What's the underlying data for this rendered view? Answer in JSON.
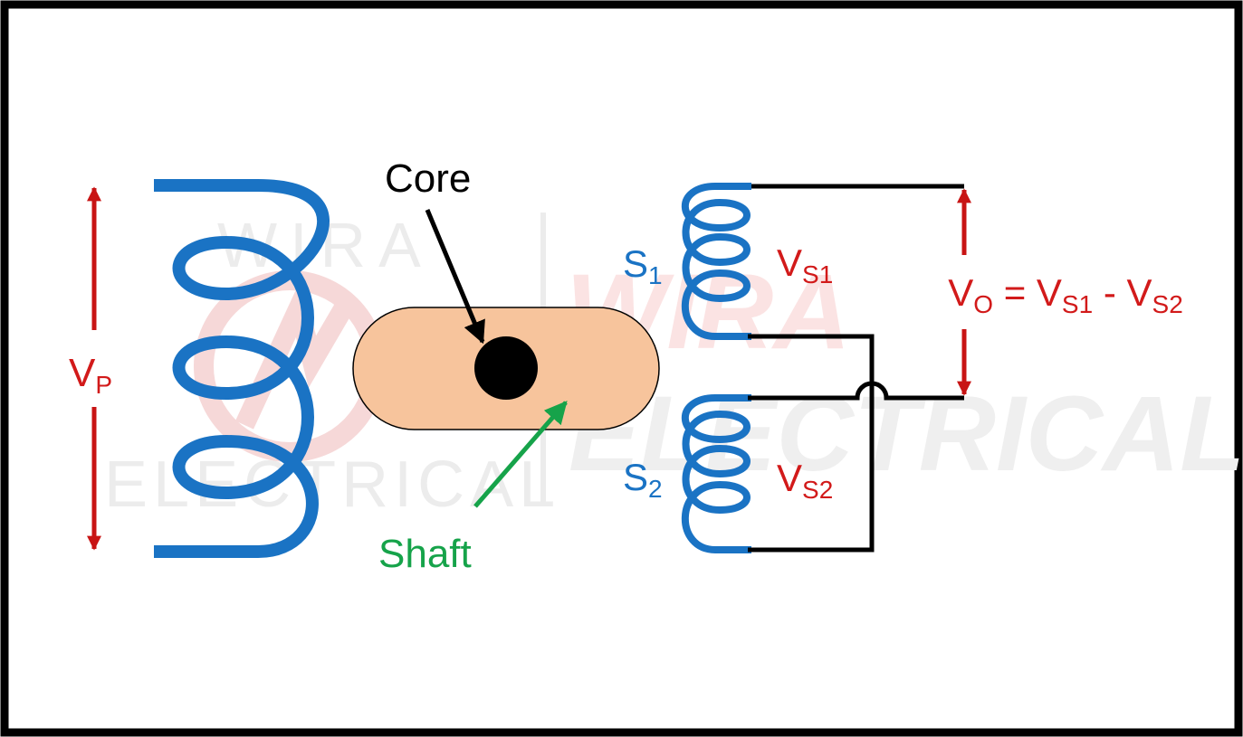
{
  "colors": {
    "frame": "#000000",
    "coil": "#1a73c4",
    "wire": "#000000",
    "voltage": "#d21a1a",
    "core_fill": "#f7c49c",
    "core_stroke": "#000000",
    "shaft_label": "#16a34a",
    "dot": "#000000",
    "watermark": "#e8e8e8",
    "watermark_red": "#f8dede"
  },
  "labels": {
    "core": "Core",
    "shaft": "Shaft"
  },
  "voltages": {
    "primary": {
      "main": "V",
      "sub": "P"
    },
    "vs1": {
      "main": "V",
      "sub": "S1"
    },
    "vs2": {
      "main": "V",
      "sub": "S2"
    },
    "output": {
      "lhs_main": "V",
      "lhs_sub": "O",
      "equals": " = ",
      "t1_main": "V",
      "t1_sub": "S1",
      "minus": " - ",
      "t2_main": "V",
      "t2_sub": "S2"
    }
  },
  "coils": {
    "s1": {
      "main": "S",
      "sub": "1"
    },
    "s2": {
      "main": "S",
      "sub": "2"
    }
  },
  "watermark": {
    "logo_text_top": "WIRA",
    "logo_text_bottom": "ELECTRICAL",
    "big_text_top": "WIRA",
    "big_text_bottom": "ELECTRICAL"
  },
  "icons": {
    "logo": "wira-electrical-logo-icon"
  }
}
